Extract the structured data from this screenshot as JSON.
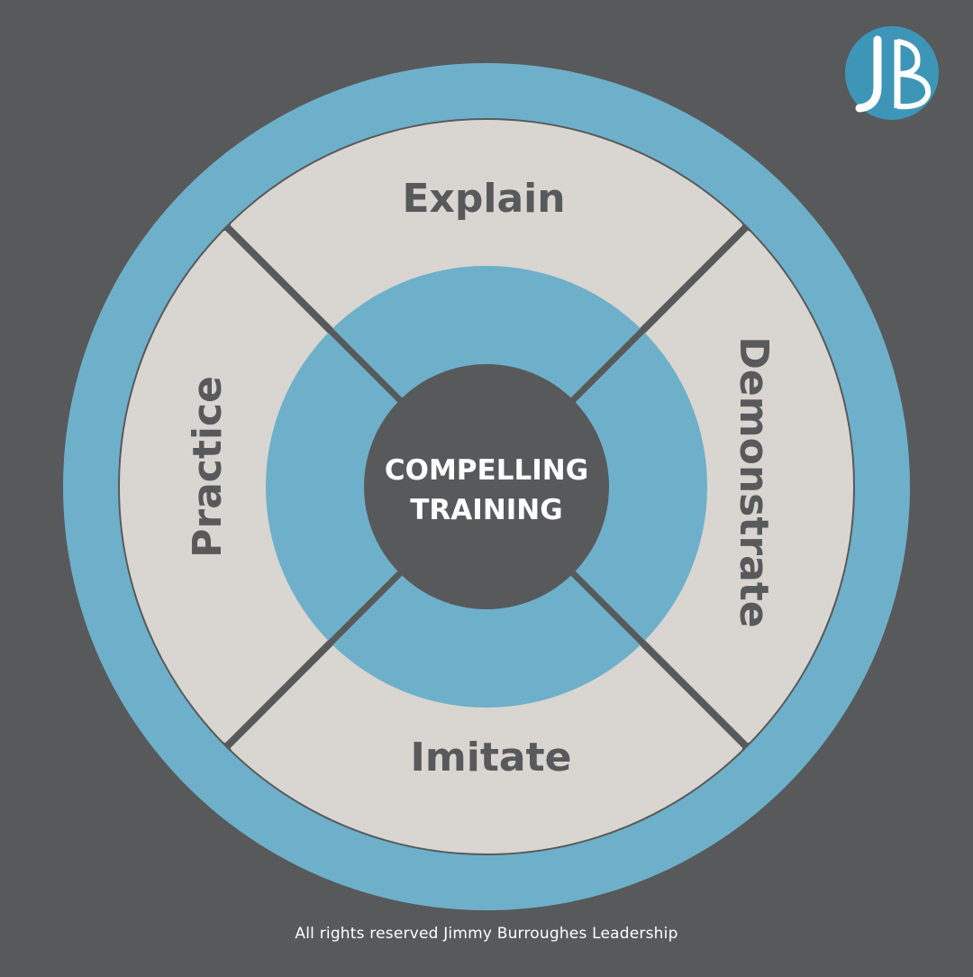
{
  "diagram": {
    "center": {
      "line1": "COMPELLING",
      "line2": "TRAINING"
    },
    "segments": {
      "top": "Explain",
      "right": "Demonstrate",
      "bottom": "Imitate",
      "left": "Practice"
    },
    "colors": {
      "background": "#58595b",
      "outer_ring": "#6eb0c9",
      "segment_fill": "#d9d5d0",
      "inner_ring": "#6eb0c9",
      "hub": "#58595b",
      "segment_text": "#58595b",
      "hub_text": "#ffffff"
    }
  },
  "logo": {
    "letters": "JB",
    "icon": "jb-monogram-icon",
    "color": "#3d96b8"
  },
  "footer": {
    "text": "All rights reserved Jimmy Burroughes Leadership"
  }
}
